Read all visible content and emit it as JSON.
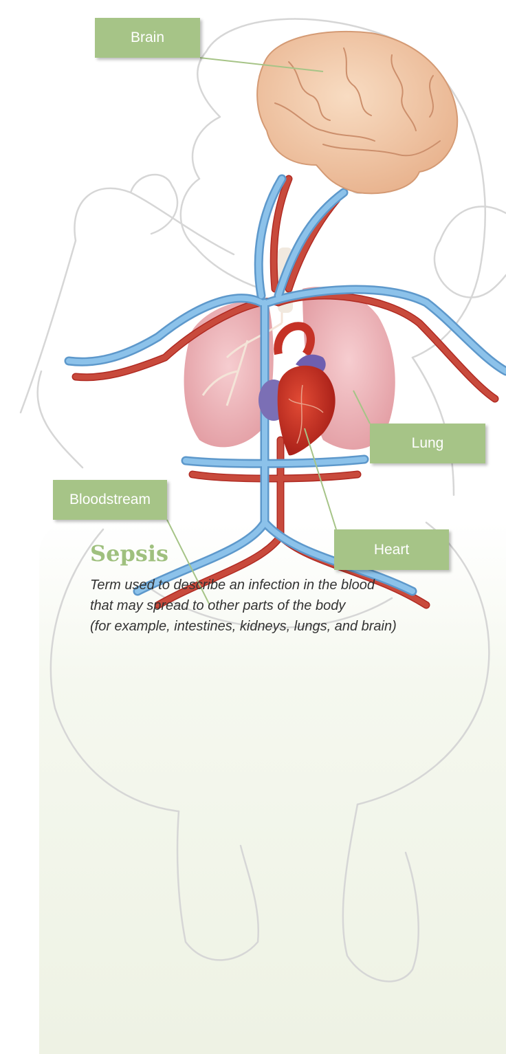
{
  "labels": {
    "brain": "Brain",
    "lung": "Lung",
    "bloodstream": "Bloodstream",
    "heart": "Heart"
  },
  "condition": {
    "title": "Sepsis",
    "description_lines": [
      "Term used to describe an infection in the blood",
      "that may spread to other parts of the body",
      "(for example, intestines, kidneys, lungs, and brain)"
    ]
  },
  "colors": {
    "label_bg": "#a6c487",
    "title": "#9fc07e",
    "vein": "#7cb3de",
    "artery": "#c84a3c",
    "brain": "#f2c9a7",
    "lung": "#ecaeb4",
    "heart": "#cf2f22",
    "outline": "#d6d6d6"
  }
}
